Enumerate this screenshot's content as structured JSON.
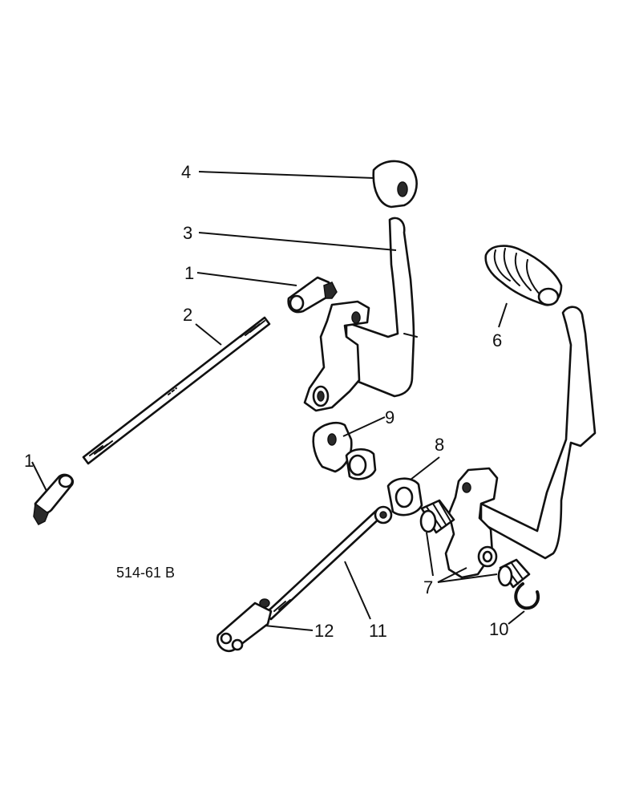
{
  "callouts": {
    "c1a": "1",
    "c1b": "1",
    "c2": "2",
    "c3": "3",
    "c4": "4",
    "c6": "6",
    "c7": "7",
    "c8": "8",
    "c9": "9",
    "c10": "10",
    "c11": "11",
    "c12": "12"
  },
  "reference_code": "514-61 B"
}
